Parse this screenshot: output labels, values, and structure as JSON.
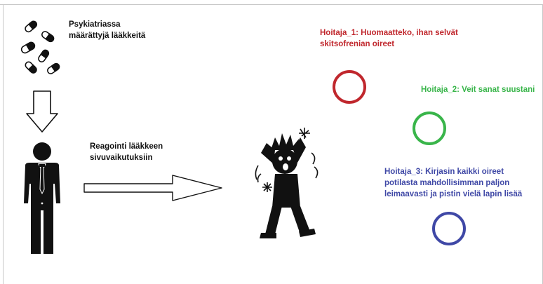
{
  "labels": {
    "medicine": [
      "Psykiatriassa",
      "määrättyjä lääkkeitä"
    ],
    "reaction": [
      "Reagointi lääkkeen",
      "sivuvaikutuksiin"
    ]
  },
  "nurses": [
    {
      "lines": [
        "Hoitaja_1: Huomaatteko, ihan selvät",
        "skitsofrenian oireet"
      ],
      "color": "#c0272d"
    },
    {
      "lines": [
        "Hoitaja_2: Veit sanat suustani"
      ],
      "color": "#39b54a"
    },
    {
      "lines": [
        "Hoitaja_3: Kirjasin kaikki oireet",
        "potilasta mahdollisimman paljon",
        "leimaavasti ja pistin vielä lapin lisää"
      ],
      "color": "#3f48a6"
    }
  ],
  "colors": {
    "ink": "#111111",
    "frame": "#c8c8c8"
  },
  "icons": [
    "pills-icon",
    "down-arrow-icon",
    "businessman-icon",
    "right-arrow-icon",
    "distressed-person-icon",
    "circle-icon"
  ]
}
